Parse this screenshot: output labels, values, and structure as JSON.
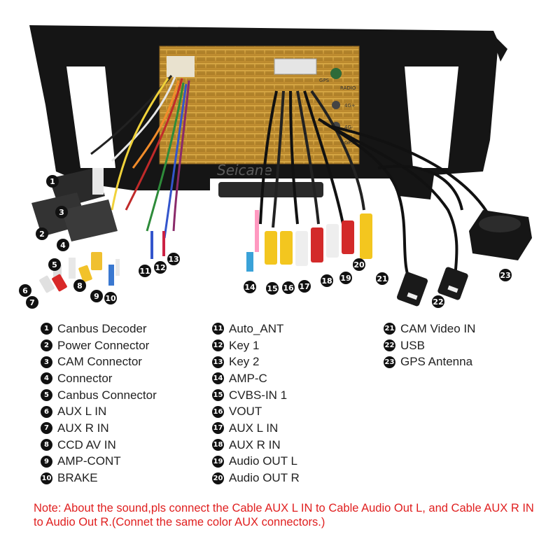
{
  "photo": {
    "brand_watermark": "Seicane",
    "panel_labels": {
      "gps": "GPS",
      "radio": "RADIO",
      "jack1": "4G+",
      "jack2": "4G-",
      "gps2": "GPS"
    }
  },
  "legend": {
    "col1": [
      {
        "num": "1",
        "label": "Canbus Decoder"
      },
      {
        "num": "2",
        "label": "Power Connector"
      },
      {
        "num": "3",
        "label": "CAM Connector"
      },
      {
        "num": "4",
        "label": "Connector"
      },
      {
        "num": "5",
        "label": "Canbus Connector"
      },
      {
        "num": "6",
        "label": "AUX L IN"
      },
      {
        "num": "7",
        "label": "AUX R IN"
      },
      {
        "num": "8",
        "label": "CCD AV IN"
      },
      {
        "num": "9",
        "label": "AMP-CONT"
      },
      {
        "num": "10",
        "label": "BRAKE"
      }
    ],
    "col2": [
      {
        "num": "11",
        "label": "Auto_ANT"
      },
      {
        "num": "12",
        "label": "Key 1"
      },
      {
        "num": "13",
        "label": "Key 2"
      },
      {
        "num": "14",
        "label": "AMP-C"
      },
      {
        "num": "15",
        "label": "CVBS-IN 1"
      },
      {
        "num": "16",
        "label": "VOUT"
      },
      {
        "num": "17",
        "label": "AUX L IN"
      },
      {
        "num": "18",
        "label": "AUX R IN"
      },
      {
        "num": "19",
        "label": "Audio OUT L"
      },
      {
        "num": "20",
        "label": "Audio OUT R"
      }
    ],
    "col3": [
      {
        "num": "21",
        "label": "CAM Video IN"
      },
      {
        "num": "22",
        "label": "USB"
      },
      {
        "num": "23",
        "label": "GPS Antenna"
      }
    ]
  },
  "callouts": [
    "1",
    "2",
    "3",
    "4",
    "5",
    "6",
    "7",
    "8",
    "9",
    "10",
    "11",
    "12",
    "13",
    "14",
    "15",
    "16",
    "17",
    "18",
    "19",
    "20",
    "21",
    "22",
    "23"
  ],
  "note": "Note: About the sound,pls connect the Cable AUX L IN to Cable Audio Out L, and Cable AUX R IN to  Audio Out R.(Connet the same color AUX connectors.)",
  "colors": {
    "note": "#e02020",
    "chassis": "#c9962b",
    "frame": "#141414",
    "badge": "#111111"
  }
}
